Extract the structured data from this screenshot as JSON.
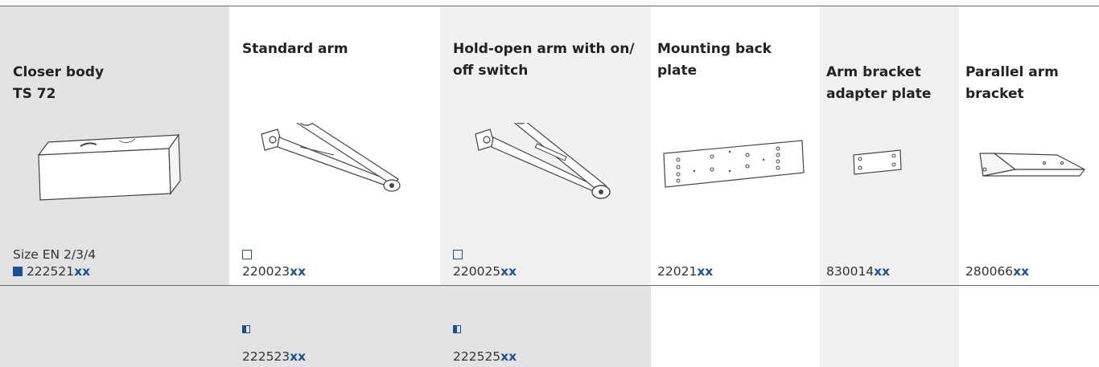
{
  "columns": [
    {
      "header_line1": "Closer body",
      "header_line2": "TS 72",
      "image_icon": "closer-body-image",
      "row1_label": "Size EN 2/3/4",
      "row1_symbol": "filled-square",
      "row1_code_prefix": "222521",
      "row1_code_suffix": "xx",
      "row2_code_prefix": "",
      "row2_code_suffix": ""
    },
    {
      "header_line1": "Standard arm",
      "header_line2": "",
      "image_icon": "standard-arm-image",
      "row1_symbol": "open-square",
      "row1_code_prefix": "220023",
      "row1_code_suffix": "xx",
      "row2_symbol": "half-square",
      "row2_code_prefix": "222523",
      "row2_code_suffix": "xx"
    },
    {
      "header_line1": "Hold-open arm with on/",
      "header_line2": "off switch",
      "image_icon": "hold-open-arm-image",
      "row1_symbol": "open-square",
      "row1_code_prefix": "220025",
      "row1_code_suffix": "xx",
      "row2_symbol": "half-square",
      "row2_code_prefix": "222525",
      "row2_code_suffix": "xx"
    },
    {
      "header_line1": "Mounting back plate",
      "header_line2": "",
      "image_icon": "mounting-back-plate-image",
      "row1_code_prefix": "22021",
      "row1_code_suffix": "xx"
    },
    {
      "header_line1": "Arm bracket",
      "header_line2": "adapter plate",
      "image_icon": "arm-bracket-adapter-plate-image",
      "row1_code_prefix": "830014",
      "row1_code_suffix": "xx"
    },
    {
      "header_line1": "Parallel arm",
      "header_line2": "bracket",
      "image_icon": "parallel-arm-bracket-image",
      "row1_code_prefix": "280066",
      "row1_code_suffix": "xx"
    }
  ],
  "colors": {
    "accent": "#1d4f91",
    "gray_column": "#e3e3e5",
    "light_column": "#f1f1f2",
    "rule": "#6b6b6b"
  }
}
